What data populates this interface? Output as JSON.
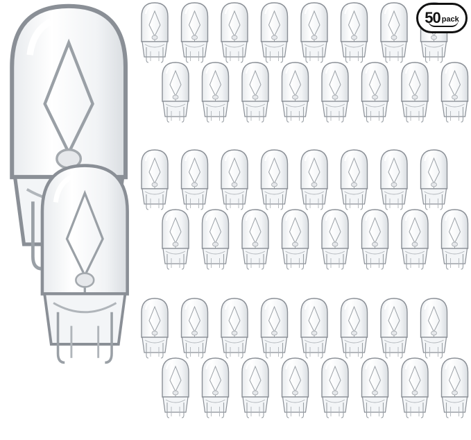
{
  "badge": {
    "count": "50",
    "word": "pack"
  },
  "bulb_grid": {
    "rows": 6,
    "columns": 8,
    "count": 48
  },
  "colors": {
    "glass_edge": "#8a8f96",
    "glass_fill": "#f4f6f8",
    "filament": "#9aa0a6"
  },
  "icons": [
    "bulb-icon"
  ]
}
